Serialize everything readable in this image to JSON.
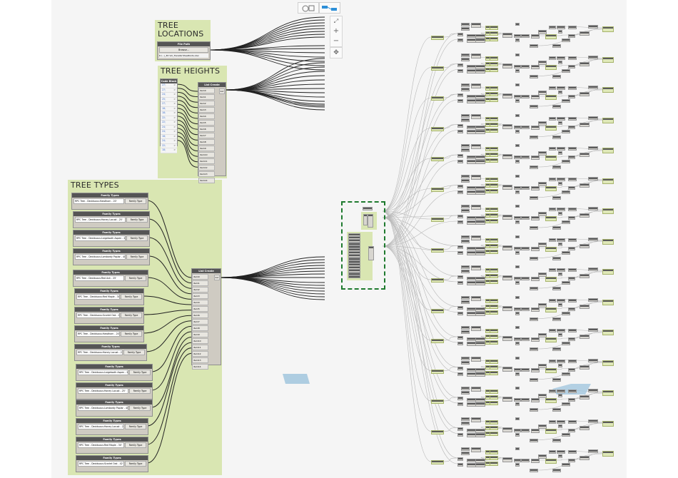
{
  "toolbar": {
    "geometry_view_icon": "geometry-view-icon",
    "graph_view_icon": "graph-view-icon"
  },
  "navigation": {
    "zoom_fit": "⤢",
    "zoom_in": "+",
    "zoom_out": "−",
    "pan": "✥"
  },
  "groups": {
    "tree_locations": {
      "title": "TREE LOCATIONS",
      "node": {
        "header": "File Path",
        "button_label": "Browse...",
        "path_value": "K:\\...\\_3D Vol_Transfer\\TreePoints.xlsx"
      }
    },
    "tree_heights": {
      "title": "TREE HEIGHTS",
      "code_block": {
        "header": "Code Block",
        "lines": [
          "27;",
          "27;",
          "24;",
          "25;",
          "27;",
          "18;",
          "18;",
          "22;",
          "22;",
          "24;",
          "24;",
          "18;",
          "24;",
          "22;",
          "18;"
        ]
      },
      "list_create": {
        "header": "List Create",
        "ports": [
          "item0",
          "item1",
          "item2",
          "item3",
          "item4",
          "item5",
          "item6",
          "item7",
          "item8",
          "item9",
          "item10",
          "item11",
          "item12",
          "item13",
          "item14"
        ],
        "output": "list"
      }
    },
    "tree_types": {
      "title": "TREE TYPES",
      "family_types": [
        {
          "header": "Family Types",
          "value": "RPC Tree - Deciduous:Hawthorn - 20'",
          "output": "Family Type"
        },
        {
          "header": "Family Types",
          "value": "RPC Tree - Deciduous:Honey Locust - 25'",
          "output": "Family Type"
        },
        {
          "header": "Family Types",
          "value": "RPC Tree - Deciduous:Largetooth Aspen - 25'",
          "output": "Family Type"
        },
        {
          "header": "Family Types",
          "value": "RPC Tree - Deciduous:Lombardy Poplar - 40'",
          "output": "Family Type"
        },
        {
          "header": "Family Types",
          "value": "RPC Tree - Deciduous:Red Ash - 25'",
          "output": "Family Type"
        },
        {
          "header": "Family Types",
          "value": "RPC Tree - Deciduous:Red Maple - 30'",
          "output": "Family Type"
        },
        {
          "header": "Family Types",
          "value": "RPC Tree - Deciduous:Scarlet Oak - 42'",
          "output": "Family Type"
        },
        {
          "header": "Family Types",
          "value": "RPC Tree - Deciduous:Hawthorn - 20'",
          "output": "Family Type"
        },
        {
          "header": "Family Types",
          "value": "RPC Tree - Deciduous:Honey Locust - 25'",
          "output": "Family Type"
        },
        {
          "header": "Family Types",
          "value": "RPC Tree - Deciduous:Largetooth Aspen - 25'",
          "output": "Family Type"
        },
        {
          "header": "Family Types",
          "value": "RPC Tree - Deciduous:Honey Locust - 25'",
          "output": "Family Type"
        },
        {
          "header": "Family Types",
          "value": "RPC Tree - Deciduous:Lombardy Poplar - 40'",
          "output": "Family Type"
        },
        {
          "header": "Family Types",
          "value": "RPC Tree - Deciduous:Honey Locust - 25'",
          "output": "Family Type"
        },
        {
          "header": "Family Types",
          "value": "RPC Tree - Deciduous:Red Maple - 30'",
          "output": "Family Type"
        },
        {
          "header": "Family Types",
          "value": "RPC Tree - Deciduous:Scarlet Oak - 42'",
          "output": "Family Type"
        }
      ],
      "list_create": {
        "header": "List Create",
        "ports": [
          "item0",
          "item1",
          "item2",
          "item3",
          "item4",
          "item5",
          "item6",
          "item7",
          "item8",
          "item9",
          "item10",
          "item11",
          "item12",
          "item13",
          "item14"
        ],
        "output": "list"
      }
    }
  },
  "right_graph": {
    "row_count": 15
  },
  "colors": {
    "canvas": "#f5f5f5",
    "group": "#d9e6b2",
    "node_header": "#555555",
    "node_body": "#cfcbc2",
    "selection": "#1e7a2e",
    "wire": "#222222",
    "light_wire": "#b8b8b8",
    "preview_plane": "#9cc3dc"
  }
}
